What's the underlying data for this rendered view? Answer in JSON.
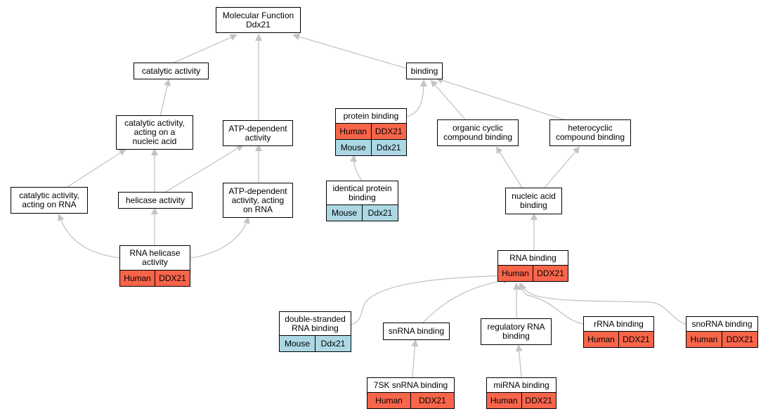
{
  "colors": {
    "human": "#f9654b",
    "mouse": "#acd8e4",
    "edge": "#c4c4c4"
  },
  "nodes": {
    "root": "Molecular Function\nDdx21",
    "catalytic_activity": "catalytic activity",
    "binding": "binding",
    "catalytic_nucleic": "catalytic activity,\nacting on a\nnucleic acid",
    "atp_dependent": "ATP-dependent\nactivity",
    "protein_binding": {
      "label": "protein binding",
      "rows": [
        [
          "Human",
          "DDX21"
        ],
        [
          "Mouse",
          "Ddx21"
        ]
      ]
    },
    "organic_cyclic": "organic cyclic\ncompound binding",
    "heterocyclic": "heterocyclic\ncompound binding",
    "catalytic_rna": "catalytic activity,\nacting on RNA",
    "helicase": "helicase activity",
    "atp_rna": "ATP-dependent\nactivity, acting\non RNA",
    "identical_protein": {
      "label": "identical protein\nbinding",
      "rows": [
        [
          "Mouse",
          "Ddx21"
        ]
      ]
    },
    "nucleic_acid": "nucleic acid\nbinding",
    "rna_helicase": {
      "label": "RNA helicase\nactivity",
      "rows": [
        [
          "Human",
          "DDX21"
        ]
      ]
    },
    "rna_binding": {
      "label": "RNA binding",
      "rows": [
        [
          "Human",
          "DDX21"
        ]
      ]
    },
    "dsrna": {
      "label": "double-stranded\nRNA binding",
      "rows": [
        [
          "Mouse",
          "Ddx21"
        ]
      ]
    },
    "snrna": "snRNA binding",
    "regulatory_rna": "regulatory RNA\nbinding",
    "rrna": {
      "label": "rRNA binding",
      "rows": [
        [
          "Human",
          "DDX21"
        ]
      ]
    },
    "snorna": {
      "label": "snoRNA binding",
      "rows": [
        [
          "Human",
          "DDX21"
        ]
      ]
    },
    "sk7": {
      "label": "7SK snRNA binding",
      "rows": [
        [
          "Human",
          "DDX21"
        ]
      ]
    },
    "mirna": {
      "label": "miRNA binding",
      "rows": [
        [
          "Human",
          "DDX21"
        ]
      ]
    }
  }
}
